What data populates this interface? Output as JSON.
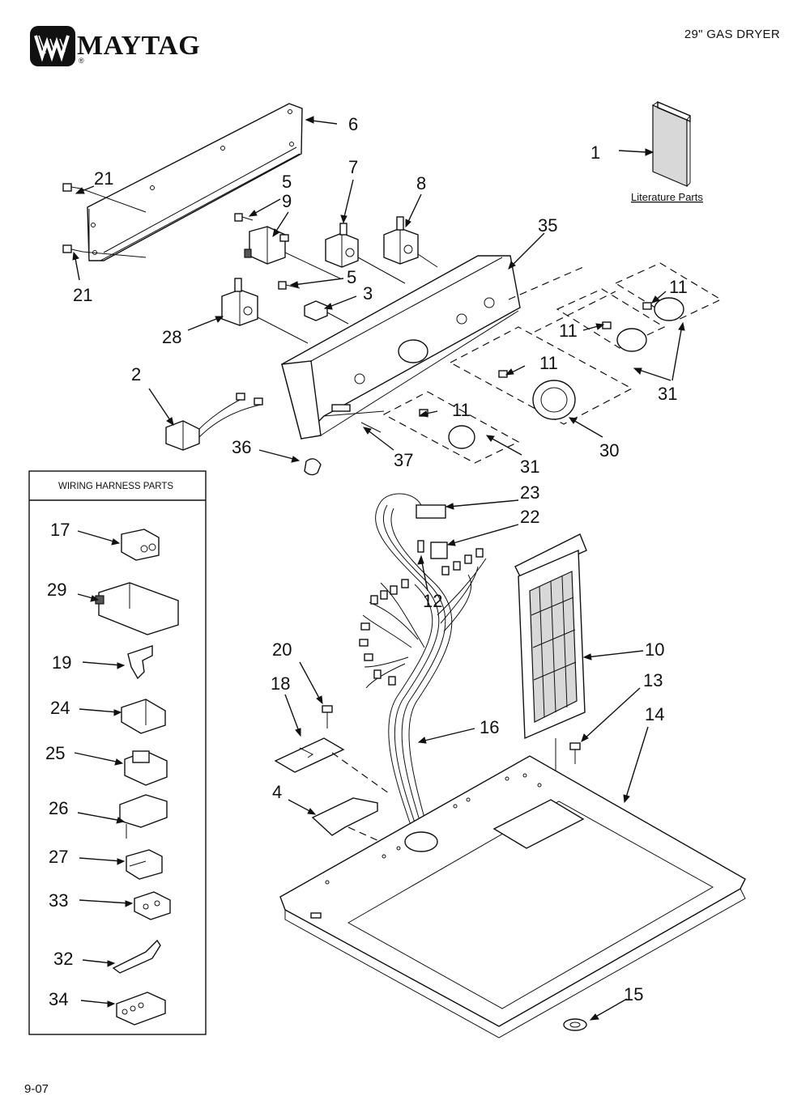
{
  "header": {
    "brand": "MAYTAG",
    "registered_mark": "®",
    "title": "29\" GAS DRYER"
  },
  "footer": {
    "page_code": "9-07"
  },
  "literature_label": "Literature Parts",
  "wiring_harness_box": {
    "title": "WIRING HARNESS PARTS"
  },
  "callouts": {
    "c1": "1",
    "c2": "2",
    "c3": "3",
    "c4": "4",
    "c5a": "5",
    "c5b": "5",
    "c6": "6",
    "c7": "7",
    "c8": "8",
    "c9": "9",
    "c10": "10",
    "c11a": "11",
    "c11b": "11",
    "c11c": "11",
    "c11d": "11",
    "c12": "12",
    "c13": "13",
    "c14": "14",
    "c15": "15",
    "c16": "16",
    "c17": "17",
    "c18": "18",
    "c19": "19",
    "c20": "20",
    "c21a": "21",
    "c21b": "21",
    "c22": "22",
    "c23": "23",
    "c24": "24",
    "c25": "25",
    "c26": "26",
    "c27": "27",
    "c28": "28",
    "c29": "29",
    "c30": "30",
    "c31a": "31",
    "c31b": "31",
    "c32": "32",
    "c33": "33",
    "c34": "34",
    "c35": "35",
    "c36": "36",
    "c37": "37"
  },
  "colors": {
    "ink": "#111111",
    "background": "#ffffff",
    "shade": "#d8d8d8"
  },
  "icons": {
    "logo": "maytag-m-logo-icon"
  }
}
